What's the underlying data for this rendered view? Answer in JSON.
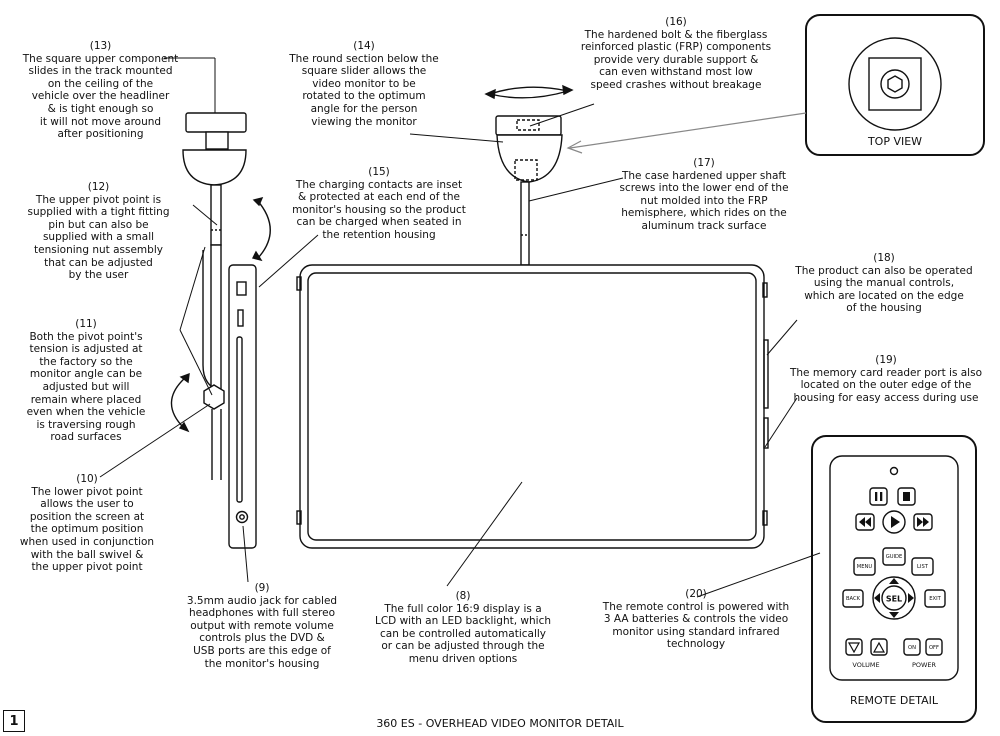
{
  "callouts": [
    {
      "num": "(13)",
      "text": "The square upper component\nslides in the track mounted\non the ceiling of the\nvehicle over the headliner\n& is tight enough so\nit will not move around\nafter positioning"
    },
    {
      "num": "(14)",
      "text": "The round section below the\nsquare slider allows the\nvideo monitor to be\nrotated to the optimum\nangle for the person\nviewing the monitor"
    },
    {
      "num": "(16)",
      "text": "The hardened bolt & the fiberglass\nreinforced plastic (FRP) components\nprovide very durable support &\ncan even withstand most low\nspeed crashes without breakage"
    },
    {
      "num": "(12)",
      "text": "The upper pivot point is\nsupplied with a tight fitting\npin but can also be\nsupplied with a small\ntensioning nut assembly\nthat can be adjusted\nby the user"
    },
    {
      "num": "(15)",
      "text": "The charging contacts are inset\n& protected at each end of the\nmonitor's housing so the product\ncan be charged when seated in\nthe retention housing"
    },
    {
      "num": "(17)",
      "text": "The case hardened upper shaft\nscrews into the lower end of the\nnut molded into the FRP\nhemisphere, which rides on the\naluminum track surface"
    },
    {
      "num": "(18)",
      "text": "The product can also be operated\nusing the manual controls,\nwhich are located on the edge\nof the housing"
    },
    {
      "num": "(19)",
      "text": "The memory card reader port is also\nlocated on the outer edge of the\nhousing for easy access during use"
    },
    {
      "num": "(11)",
      "text": "Both the pivot point's\ntension is adjusted at\nthe factory so the\nmonitor angle can be\nadjusted but will\nremain where placed\neven when the vehicle\nis traversing rough\nroad surfaces"
    },
    {
      "num": "(10)",
      "text": "The lower pivot point\nallows the user to\nposition the screen at\nthe optimum position\nwhen used in conjunction\nwith the ball swivel &\nthe upper pivot point"
    },
    {
      "num": "(9)",
      "text": "3.5mm audio jack for cabled\nheadphones with full stereo\noutput with remote volume\ncontrols plus the DVD &\nUSB ports are this edge of\nthe monitor's housing"
    },
    {
      "num": "(8)",
      "text": "The full color 16:9 display is a\nLCD with an LED backlight, which\ncan be controlled automatically\nor can be adjusted through the\nmenu driven options"
    },
    {
      "num": "(20)",
      "text": "The remote control is powered with\n3 AA batteries & controls the video\nmonitor using standard infrared\ntechnology"
    }
  ],
  "top_view_label": "TOP VIEW",
  "remote_detail_label": "REMOTE DETAIL",
  "remote": {
    "guide": "GUIDE",
    "menu": "MENU",
    "list": "LIST",
    "back": "BACK",
    "sel": "SEL",
    "exit": "EXIT",
    "on": "ON",
    "off": "OFF",
    "volume": "VOLUME",
    "power": "POWER"
  },
  "footer_title": "360 ES - OVERHEAD VIDEO MONITOR DETAIL",
  "page_number": "1"
}
